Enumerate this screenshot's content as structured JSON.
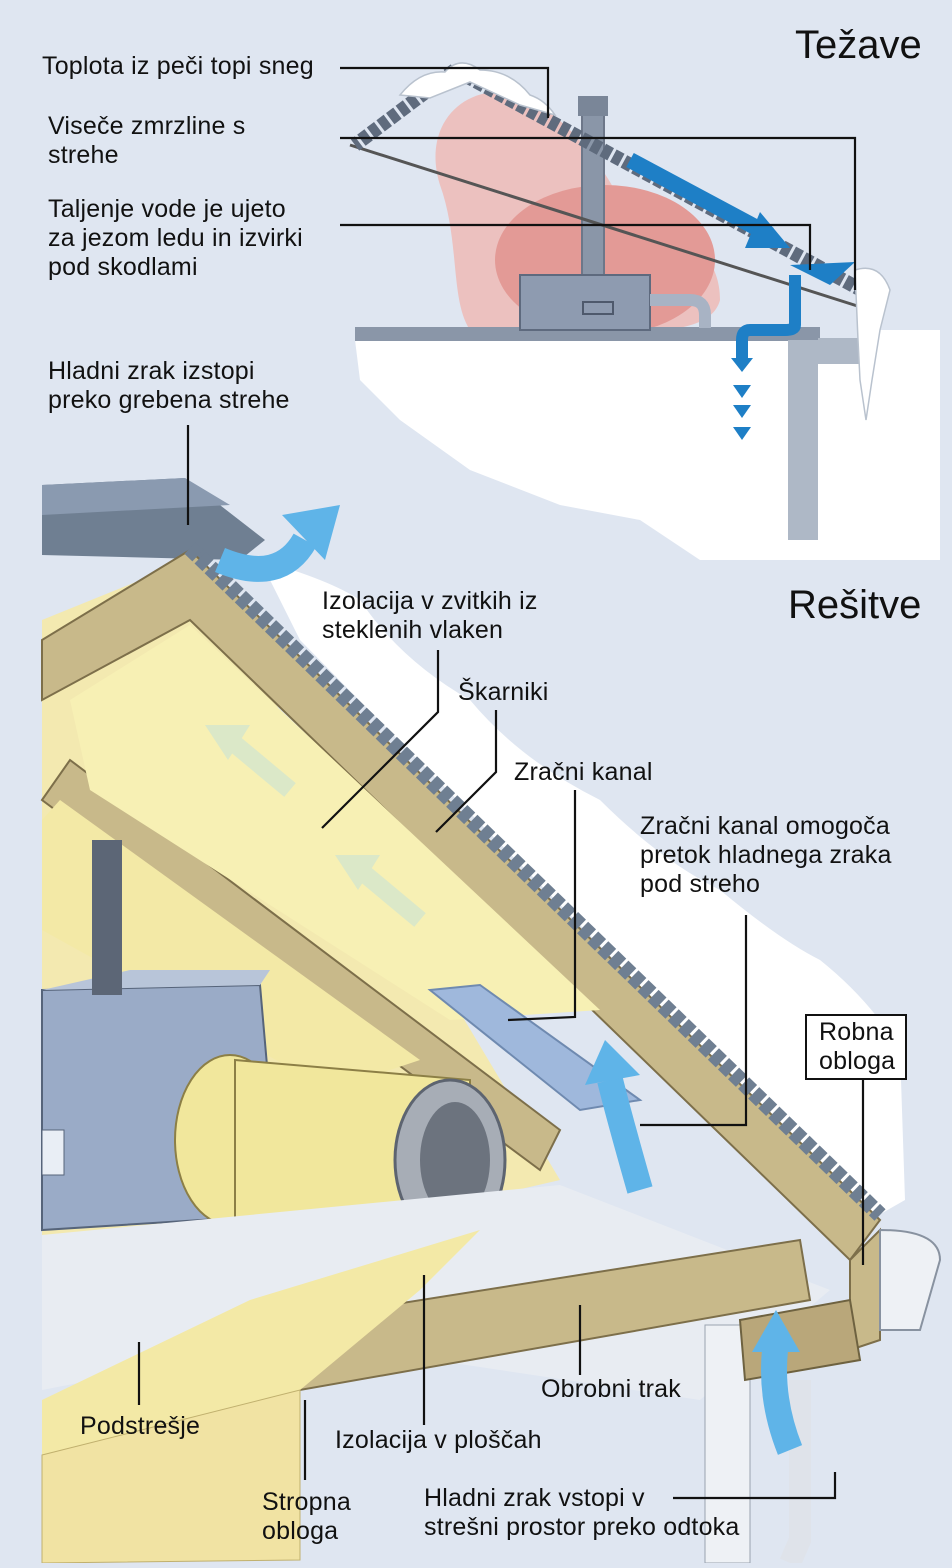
{
  "headings": {
    "problems": "Težave",
    "solutions": "Rešitve"
  },
  "labels": {
    "heat_melts_snow": "Toplota iz peči topi sneg",
    "icicles": "Viseče zmrzline s\nstrehe",
    "meltwater": "Taljenje vode je ujeto\nza jezom ledu in izvirki\npod skodlami",
    "ridge_vent": "Hladni zrak izstopi\npreko grebena strehe",
    "batt_insulation": "Izolacija v zvitkih iz\nsteklenih vlaken",
    "rafters": "Škarniki",
    "air_channel": "Zračni kanal",
    "air_channel_note": "Zračni kanal omogoča\npretok hladnega zraka\npod streho",
    "fascia": "Robna\nobloga",
    "rim_joist": "Obrobni trak",
    "attic": "Podstrešje",
    "board_insulation": "Izolacija v ploščah",
    "ceiling": "Stropna\nobloga",
    "soffit_vent": "Hladni zrak vstopi v\nstrešni prostor preko odtoka"
  },
  "colors": {
    "background": "#dfe6f1",
    "snow": "#ffffff",
    "heat": "#e8a9a6",
    "air_flow": "#5fb4e8",
    "water": "#1e7fc6",
    "wood": "#c8b98a",
    "insulation": "#f6efae",
    "furnace": "#9aabc7",
    "roof": "#6f7f92",
    "leader_line": "#111111"
  }
}
